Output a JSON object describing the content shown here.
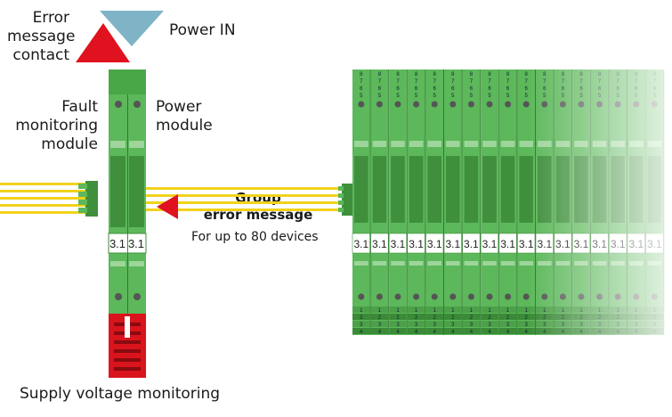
{
  "labels": {
    "error_contact": [
      "Error",
      "message",
      "contact"
    ],
    "power_in": "Power IN",
    "fault_module": [
      "Fault",
      "monitoring",
      "module"
    ],
    "power_module": [
      "Power",
      "module"
    ],
    "group_error": [
      "Group",
      "error message"
    ],
    "devices_note": "For up to 80 devices",
    "supply_monitoring": "Supply voltage monitoring"
  },
  "module_value": "3.1",
  "left_module_value": "3.1",
  "module_count": 17,
  "terminal_numbers_top": [
    "8",
    "7",
    "6",
    "5"
  ],
  "terminal_numbers_bottom": [
    "1",
    "2",
    "3",
    "4"
  ],
  "colors": {
    "module_green": "#5cb85a",
    "module_dark": "#3f8f3c",
    "wire_yellow": "#f2d21c",
    "arrow_red": "#e0121f",
    "power_triangle": "#7fb3c6",
    "fuse_red": "#d9141c"
  }
}
